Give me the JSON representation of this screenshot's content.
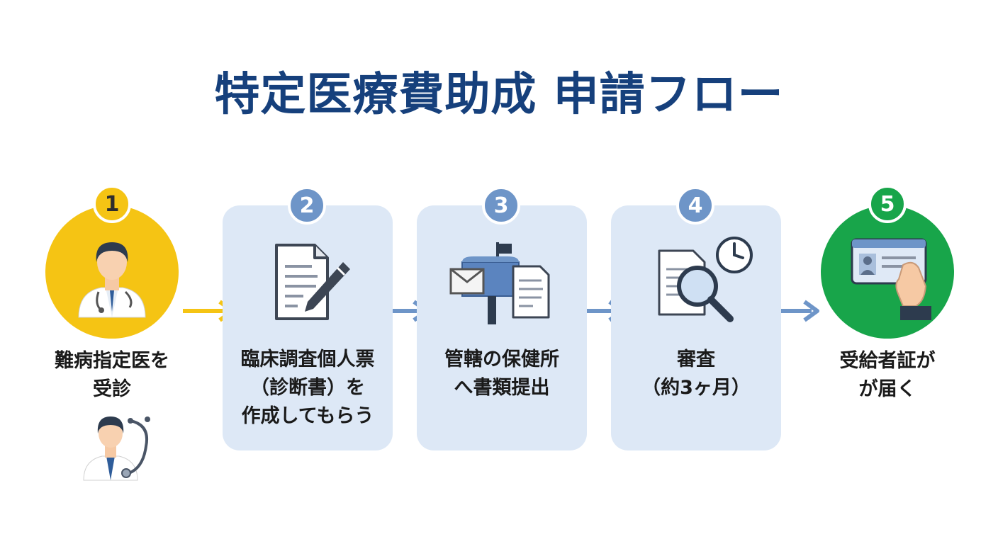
{
  "title": "特定医療費助成 申請フロー",
  "colors": {
    "title": "#16407c",
    "step1": "#f5c414",
    "card": "#dde8f6",
    "badge": "#6e95c8",
    "step5": "#18a54a",
    "arrow_yellow": "#f5c414",
    "arrow_blue": "#6e95c8"
  },
  "steps": [
    {
      "number": "1",
      "lines": [
        "難病指定医を",
        "受診"
      ],
      "icon": "doctor-icon"
    },
    {
      "number": "2",
      "lines": [
        "臨床調査個人票",
        "（診断書）を",
        "作成してもらう"
      ],
      "icon": "document-pen-icon"
    },
    {
      "number": "3",
      "lines": [
        "管轄の保健所",
        "へ書類提出"
      ],
      "icon": "mailbox-icon"
    },
    {
      "number": "4",
      "lines": [
        "審査",
        "（約3ヶ月）"
      ],
      "icon": "review-magnifier-icon"
    },
    {
      "number": "5",
      "lines": [
        "受給者証が",
        "が届く"
      ],
      "icon": "id-card-hand-icon"
    }
  ]
}
